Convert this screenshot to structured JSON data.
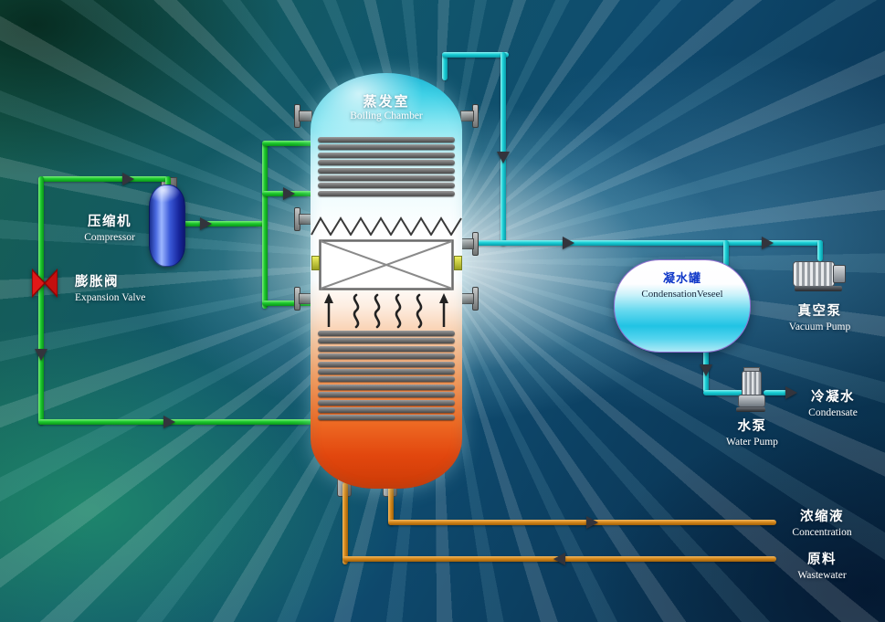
{
  "labels": {
    "boiling_chamber": {
      "zh": "蒸发室",
      "en": "Boiling Chamber"
    },
    "compressor": {
      "zh": "压缩机",
      "en": "Compressor"
    },
    "expansion_valve": {
      "zh": "膨胀阀",
      "en": "Expansion Valve"
    },
    "condensation_vessel": {
      "zh": "凝水罐",
      "en": "CondensationVeseel"
    },
    "vacuum_pump": {
      "zh": "真空泵",
      "en": "Vacuum Pump"
    },
    "water_pump": {
      "zh": "水泵",
      "en": "Water Pump"
    },
    "condensate": {
      "zh": "冷凝水",
      "en": "Condensate"
    },
    "concentration": {
      "zh": "浓缩液",
      "en": "Concentration"
    },
    "wastewater": {
      "zh": "原料",
      "en": "Wastewater"
    }
  },
  "colors": {
    "vapor_pipe_cyan": "#19cfd6",
    "heat_pump_pipe_green": "#1dc92d",
    "liquid_pipe_orange": "#d6891c",
    "expansion_valve_red": "#e01818",
    "compressor_blue": "#2b4bd8",
    "flow_arrow": "#33343c"
  }
}
